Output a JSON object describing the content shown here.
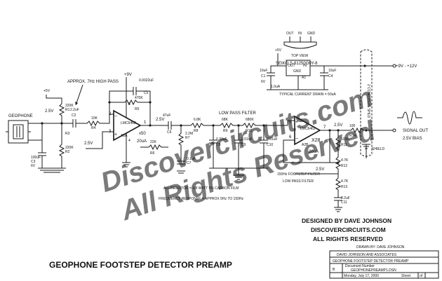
{
  "title": "GEOPHONE FOOTSTEP DETECTOR PREAMP",
  "credits": {
    "designed_by": "DESIGNED BY DAVE JOHNSON",
    "site": "DISCOVERCIRCUITS.COM",
    "rights": "ALL RIGHTS RESERVED",
    "drawn_by": "DRAWN BY:  DAVE JOHNSON"
  },
  "watermark": {
    "line1": "Discovercircuits.com",
    "line2": "All Rights Reserved"
  },
  "title_block": {
    "company": "DAVID JOHNSON AND ASSOCIATES",
    "title": "GEOPHONE FOOTSTEP DETECTOR PREAMP",
    "size": "B",
    "doc_number_label": "Document Number",
    "doc_number": "GEOPHONEPREAMP1.DSN",
    "date": "Monday, July 17, 2000",
    "sheet_label": "Sheet",
    "sheet_of": "of"
  },
  "notes": {
    "resistors": "ALL RESISTOR = 1/8 WATT 5% CARBON FILM",
    "frequency": "FREQUENCY RESPONSE = APPROX 5Hz TO 150Hz",
    "highpass": "APPROX. 7Hz HIGH PASS",
    "lowpass": "LOW PASS FILTER",
    "footstep_filter": "150Hz FOOTSTEP FILTER",
    "lowpass2": "LOW PASS FILTER",
    "drain": "TYPICAL CURRENT DRAIN = 50uA"
  },
  "regulator": {
    "pin_out": "OUT",
    "pin_in": "IN",
    "pin_gnd": "GND",
    "view": "TOP VIEW",
    "part": "SEIKO S-81250G0Y-8",
    "label_out": "OUT",
    "label_in": "IN",
    "label_gnd": "GND",
    "ref": "A1",
    "supply": "+9V - +12V"
  },
  "io": {
    "geophone": "GEOPHONE",
    "signal_out": "SIGNAL OUT",
    "bias": "2.5V BIAS",
    "shield": "SHIELD",
    "cable": "2 COND PLUS SHLD"
  },
  "parts": {
    "opamp1": "LMC6462",
    "opamp1_ref": "A2A",
    "opamp1_gain": "x50",
    "opamp2": "LMC6462",
    "opamp2_ref": "A2B",
    "opamp2_gain": "X28",
    "r1": "220K",
    "r1_ref": "R1",
    "r2": "220K",
    "r2_ref": "R2",
    "c2": "2.2uF",
    "c2_ref": "C2",
    "r4": "10K",
    "r4_ref": "R4",
    "c5": "0.0022uF",
    "c5_ref": "C5",
    "r5": "470K",
    "r5_ref": "R5",
    "c6": "47uF",
    "c6_ref": "C6",
    "r6": "22K",
    "r6_ref": "R6",
    "r7": "2.2M",
    "r7_ref": "R7",
    "c7": "0.1uF",
    "c7_ref": "C7",
    "r8": "6.8K",
    "r8_ref": "R8",
    "c8": "0.33uF",
    "c8_ref": "C8",
    "r9": "68K",
    "r9_ref": "R9",
    "r10": "680K",
    "r10_ref": "R10",
    "c9": "0.01uF",
    "c9_ref": "C9",
    "c10": "0.01uF",
    "c10_ref": "C10",
    "c3": "100uF",
    "c3_ref": "C3",
    "c3_v": "6V",
    "r3": "R3",
    "r11": "100K",
    "r11_ref": "R11",
    "r12": "4.7K",
    "r12_ref": "R12",
    "r13": "4.7K",
    "r13_ref": "R13",
    "c11": "2.2uF",
    "c11_ref": "C11",
    "r14": "100",
    "r14_ref": "R14",
    "c1": "10uF",
    "c1_ref": "C1",
    "c4": "10uF",
    "c4_ref": "C4",
    "c1_v": "6V",
    "ua1": "20uA",
    "ua2": "20uA",
    "ua3": "1.0uA"
  },
  "pins": {
    "p1": "1",
    "p2": "2",
    "p3": "3",
    "p4": "4",
    "p5": "5",
    "p6": "6",
    "p7": "7",
    "p8": "8"
  },
  "voltages": {
    "v9": "+9V",
    "v5a": "+5V",
    "v5b": "+5V",
    "v5c": "+5V",
    "b25": "2.5V"
  }
}
